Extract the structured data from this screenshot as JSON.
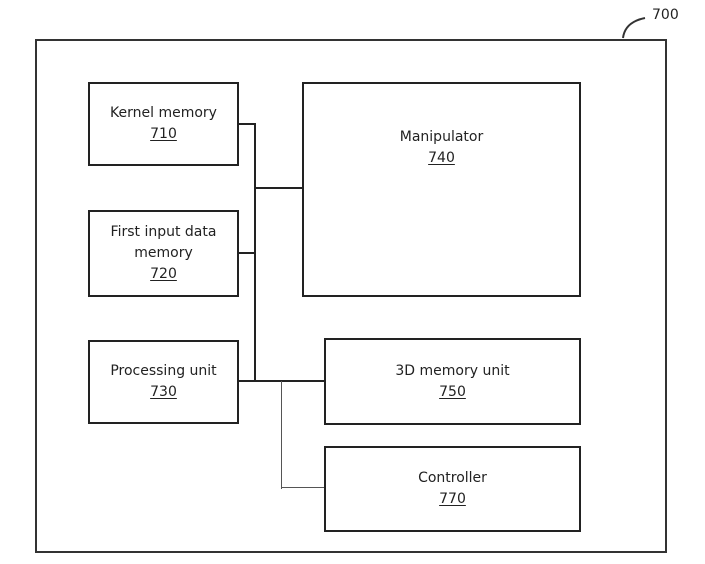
{
  "figure": {
    "reference": "700"
  },
  "blocks": [
    {
      "id": "kernel-memory",
      "label": "Kernel memory",
      "ref": "710"
    },
    {
      "id": "first-input-data-memory",
      "label": "First input data memory",
      "label_lines": [
        "First input data",
        "memory"
      ],
      "ref": "720"
    },
    {
      "id": "processing-unit",
      "label": "Processing unit",
      "ref": "730"
    },
    {
      "id": "manipulator",
      "label": "Manipulator",
      "ref": "740"
    },
    {
      "id": "3d-memory-unit",
      "label": "3D memory unit",
      "ref": "750"
    },
    {
      "id": "controller",
      "label": "Controller",
      "ref": "770"
    }
  ],
  "connections": [
    {
      "from": "710",
      "to": "bus"
    },
    {
      "from": "720",
      "to": "bus"
    },
    {
      "from": "730",
      "to": "bus"
    },
    {
      "from": "bus",
      "to": "740"
    },
    {
      "from": "730",
      "to": "750"
    },
    {
      "from": "730",
      "to": "770"
    }
  ]
}
